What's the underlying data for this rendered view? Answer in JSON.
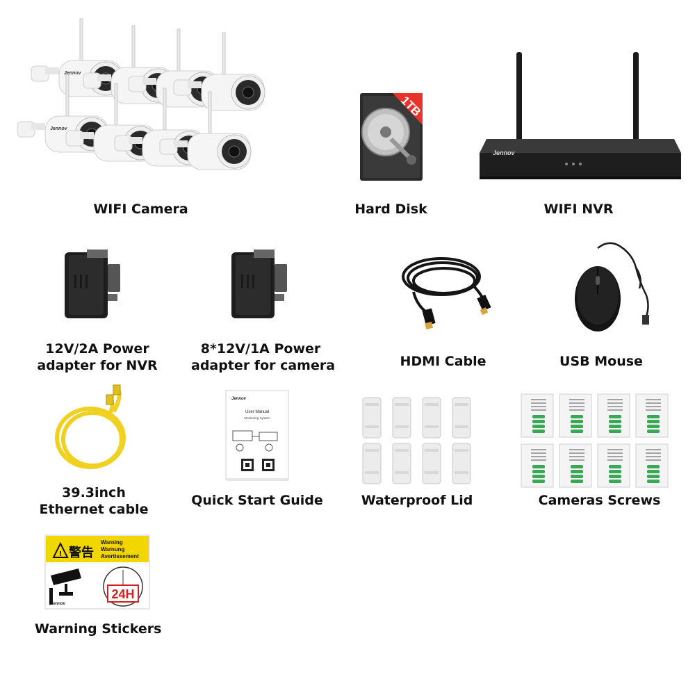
{
  "items": {
    "wifi_camera": {
      "label": "WIFI Camera",
      "brand": "Jennov"
    },
    "hard_disk": {
      "label": "Hard Disk",
      "capacity": "1TB"
    },
    "wifi_nvr": {
      "label": "WIFI NVR",
      "brand": "Jennov"
    },
    "nvr_adapter": {
      "label_line1": "12V/2A Power",
      "label_line2": "adapter for NVR"
    },
    "camera_adapter": {
      "label_line1": "8*12V/1A Power",
      "label_line2": "adapter for camera"
    },
    "hdmi_cable": {
      "label": "HDMI Cable"
    },
    "usb_mouse": {
      "label": "USB Mouse"
    },
    "ethernet_cable": {
      "label_line1": "39.3inch",
      "label_line2": "Ethernet  cable"
    },
    "quick_start_guide": {
      "label": "Quick Start Guide",
      "brand": "Jennov",
      "title": "User Manual",
      "subtitle": "Monitoring System"
    },
    "waterproof_lid": {
      "label": "Waterproof Lid"
    },
    "camera_screws": {
      "label": "Cameras Screws"
    },
    "warning_stickers": {
      "label": "Warning Stickers",
      "chinese": "警告",
      "warn1": "Warning",
      "warn2": "Warnung",
      "warn3": "Avertissement",
      "hours": "24H",
      "brand": "Jennov"
    }
  },
  "colors": {
    "yellow": "#f2d600",
    "cable_yellow": "#f0d020",
    "green": "#3aa856"
  }
}
